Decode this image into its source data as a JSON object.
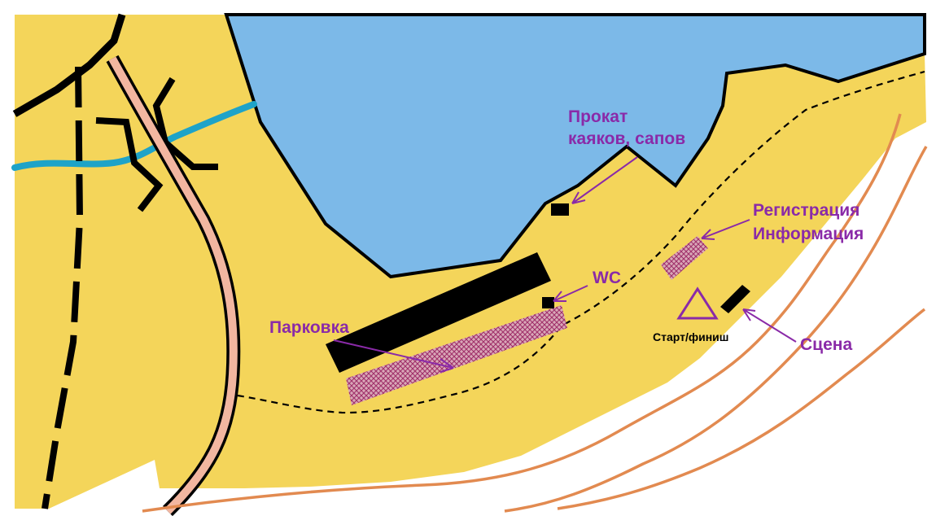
{
  "labels": {
    "kayak_line1": "Прокат",
    "kayak_line2": "каяков, сапов",
    "registration_line1": "Регистрация",
    "registration_line2": "Информация",
    "wc": "WC",
    "parking": "Парковка",
    "start_finish": "Старт/финиш",
    "stage": "Сцена"
  },
  "colors": {
    "land": "#f4d55a",
    "water": "#7cb9e8",
    "stream": "#1ea3c8",
    "road_fill": "#f2b6a0",
    "contour": "#e28a50",
    "annotation": "#8a2aa8",
    "feature": "#000000",
    "background": "#ffffff"
  }
}
